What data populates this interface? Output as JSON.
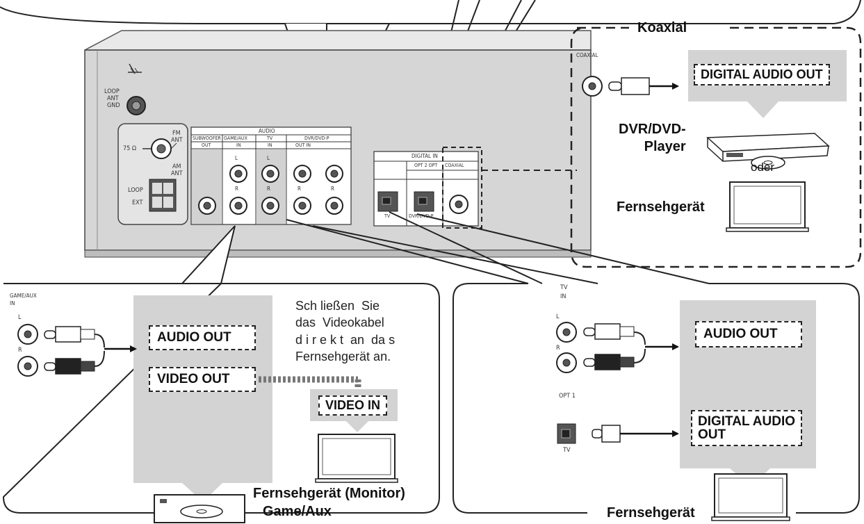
{
  "receiver": {
    "ground_labels": [
      "LOOP",
      "ANT",
      "GND"
    ],
    "fm_label": [
      "FM",
      "ANT"
    ],
    "ohm_label": "75 Ω",
    "am_label": [
      "AM",
      "ANT"
    ],
    "loop_label": "LOOP",
    "ext_label": "EXT",
    "audio_header": "AUDIO",
    "col_subwoofer": "SUBWOOFER",
    "col_subwoofer_sub": "OUT",
    "col_gameaux": "GAME/AUX",
    "col_gameaux_sub": "IN",
    "col_tv": "TV",
    "col_tv_sub": "IN",
    "col_dvr": "DVR/DVD-P",
    "col_dvr_sub": "OUT  IN",
    "lr_L": "L",
    "lr_R": "R",
    "digital_header": "DIGITAL IN",
    "opt2_label": "OPT 2 OPT",
    "coax_col_label": "COAXIAL",
    "tv_opt_label": "TV",
    "dvr_opt_label": "DVR/DVD-P"
  },
  "coax_panel": {
    "title": "Koaxial",
    "jack_label": "COAXIAL",
    "out_label": "DIGITAL AUDIO OUT",
    "device_label": "DVR/DVD-\nPlayer",
    "or_label": "oder",
    "tv_label": "Fernsehgerät"
  },
  "game_panel": {
    "in_label": "GAME/AUX\nIN",
    "lr_L": "L",
    "lr_R": "R",
    "audio_out": "AUDIO OUT",
    "video_out": "VIDEO OUT",
    "note": "Sch ließen  Sie\ndas  Videokabel\nd i r e k t  an  da s\nFernsehgerät an.",
    "video_in": "VIDEO IN",
    "monitor_label": "Fernsehgerät (Monitor)",
    "device_label": "Game/Aux"
  },
  "tv_panel": {
    "in_label": "TV\nIN",
    "lr_L": "L",
    "lr_R": "R",
    "opt_label": "OPT 1",
    "opt_tv_label": "TV",
    "audio_out": "AUDIO OUT",
    "digital_out": "DIGITAL AUDIO\nOUT",
    "device_label": "Fernsehgerät"
  }
}
